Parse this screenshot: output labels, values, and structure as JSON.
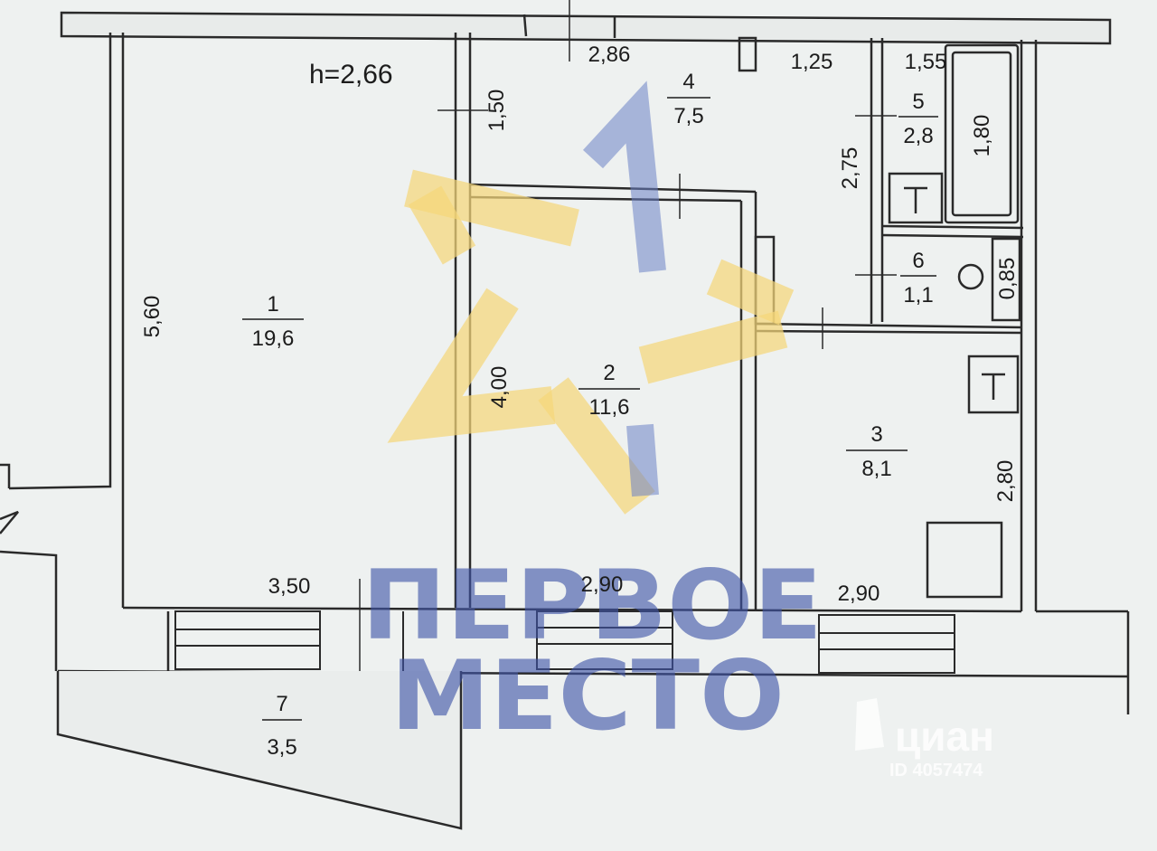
{
  "ceiling": "h=2,66",
  "rooms": [
    {
      "num": "1",
      "area": "19,6"
    },
    {
      "num": "2",
      "area": "11,6"
    },
    {
      "num": "3",
      "area": "8,1"
    },
    {
      "num": "4",
      "area": "7,5"
    },
    {
      "num": "5",
      "area": "2,8"
    },
    {
      "num": "6",
      "area": "1,1"
    },
    {
      "num": "7",
      "area": "3,5"
    }
  ],
  "dimensions": {
    "top_hall_width": "2,86",
    "top_wc_width": "1,25",
    "top_bath_width": "1,55",
    "hall_depth": "1,50",
    "bath_height": "2,75",
    "tub_length": "1,80",
    "wc_depth": "0,85",
    "room1_length": "5,60",
    "room2_length": "4,00",
    "kitchen_length": "2,80",
    "room1_width": "3,50",
    "room2_width": "2,90",
    "kitchen_width": "2,90"
  },
  "watermark": {
    "line1": "ПЕРВОЕ",
    "line2": "МЕСТО",
    "cian_brand": "циан",
    "cian_id": "ID 4057474"
  }
}
